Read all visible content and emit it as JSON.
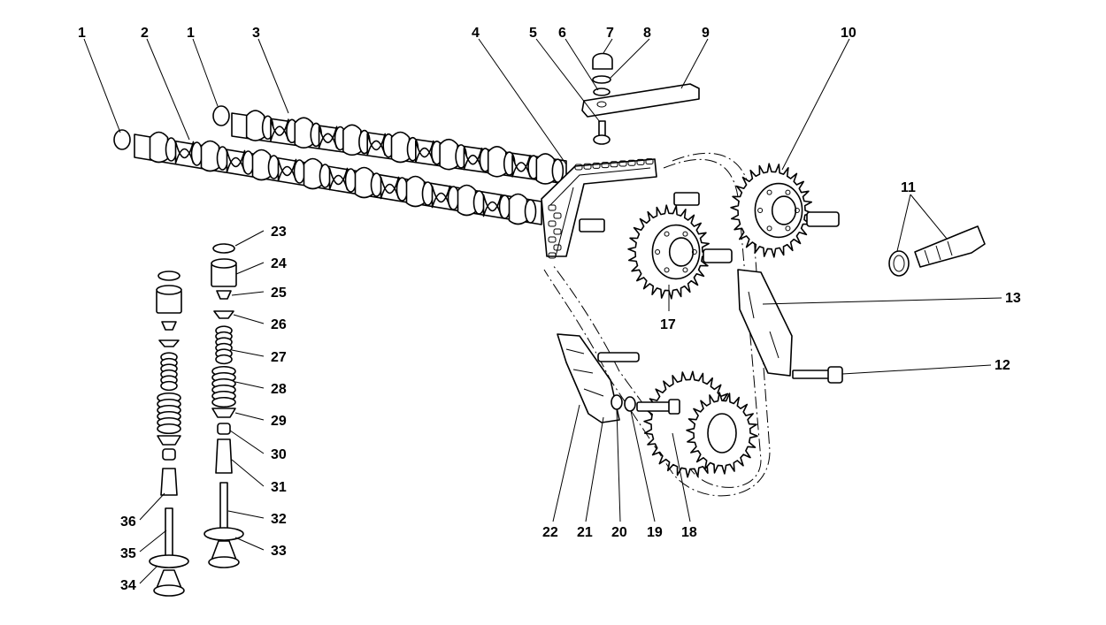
{
  "diagram": {
    "callouts": [
      {
        "id": "c1a",
        "text": "1"
      },
      {
        "id": "c2",
        "text": "2"
      },
      {
        "id": "c1b",
        "text": "1"
      },
      {
        "id": "c3",
        "text": "3"
      },
      {
        "id": "c4",
        "text": "4"
      },
      {
        "id": "c5",
        "text": "5"
      },
      {
        "id": "c6",
        "text": "6"
      },
      {
        "id": "c7",
        "text": "7"
      },
      {
        "id": "c8",
        "text": "8"
      },
      {
        "id": "c9",
        "text": "9"
      },
      {
        "id": "c10",
        "text": "10"
      },
      {
        "id": "c11",
        "text": "11"
      },
      {
        "id": "c12",
        "text": "12"
      },
      {
        "id": "c13",
        "text": "13"
      },
      {
        "id": "c17",
        "text": "17"
      },
      {
        "id": "c18",
        "text": "18"
      },
      {
        "id": "c19",
        "text": "19"
      },
      {
        "id": "c20",
        "text": "20"
      },
      {
        "id": "c21",
        "text": "21"
      },
      {
        "id": "c22",
        "text": "22"
      },
      {
        "id": "c23",
        "text": "23"
      },
      {
        "id": "c24",
        "text": "24"
      },
      {
        "id": "c25",
        "text": "25"
      },
      {
        "id": "c26",
        "text": "26"
      },
      {
        "id": "c27",
        "text": "27"
      },
      {
        "id": "c28",
        "text": "28"
      },
      {
        "id": "c29",
        "text": "29"
      },
      {
        "id": "c30",
        "text": "30"
      },
      {
        "id": "c31",
        "text": "31"
      },
      {
        "id": "c32",
        "text": "32"
      },
      {
        "id": "c33",
        "text": "33"
      },
      {
        "id": "c34",
        "text": "34"
      },
      {
        "id": "c35",
        "text": "35"
      },
      {
        "id": "c36",
        "text": "36"
      }
    ],
    "colors": {
      "line": "#000000",
      "background": "#ffffff"
    }
  }
}
